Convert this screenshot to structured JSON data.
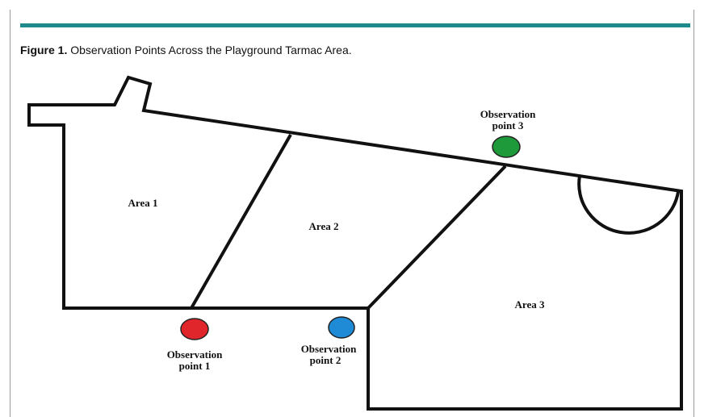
{
  "figure": {
    "label": "Figure 1.",
    "caption": "Observation Points Across the Playground Tarmac Area."
  },
  "areas": [
    {
      "name": "Area 1"
    },
    {
      "name": "Area 2"
    },
    {
      "name": "Area 3"
    }
  ],
  "observation_points": [
    {
      "line1": "Observation",
      "line2": "point 1",
      "color": "#e0252b"
    },
    {
      "line1": "Observation",
      "line2": "point 2",
      "color": "#1f8ad6"
    },
    {
      "line1": "Observation",
      "line2": "point 3",
      "color": "#1e9a3a"
    }
  ],
  "colors": {
    "accent_bar": "#1f8a8c",
    "outline": "#111111"
  }
}
